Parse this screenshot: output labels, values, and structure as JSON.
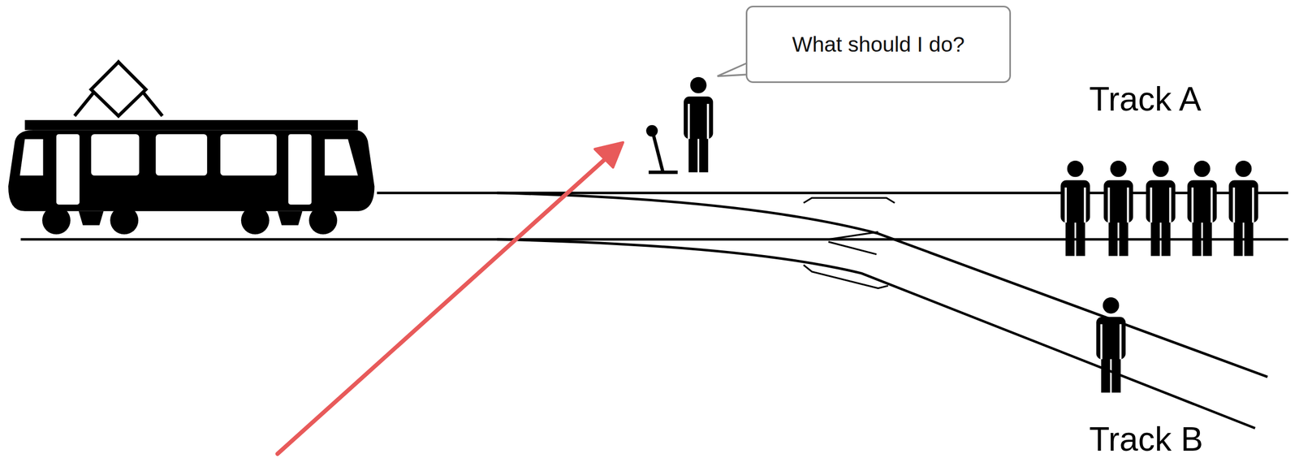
{
  "diagram": {
    "nodes": [
      {
        "text": [
          "What should I do?"
        ]
      }
    ],
    "labels": [
      "Track A",
      "Track B"
    ]
  }
}
